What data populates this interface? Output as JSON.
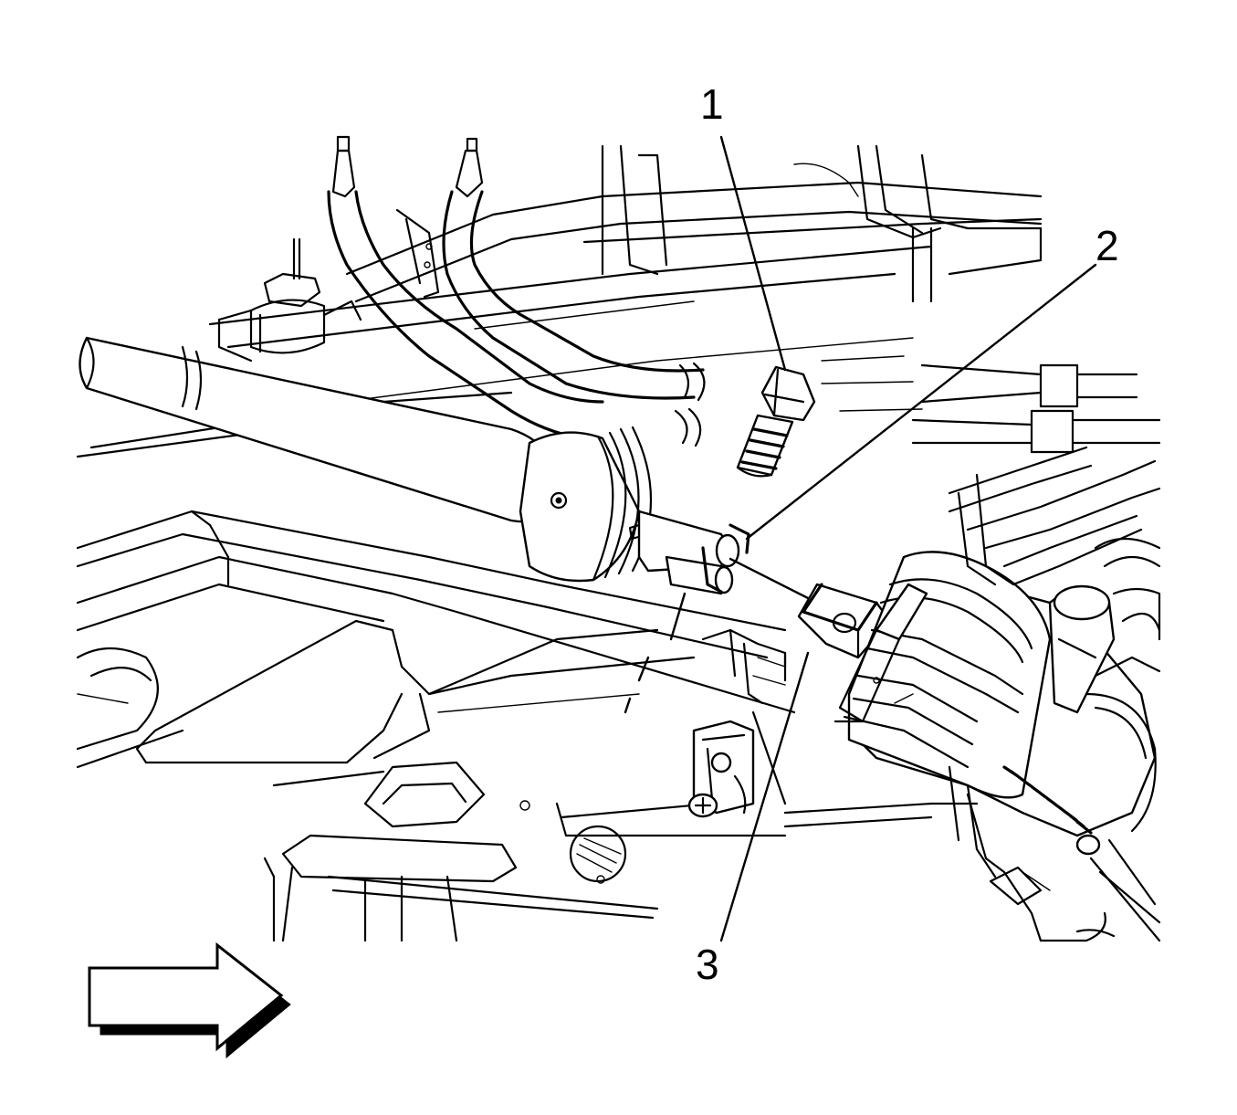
{
  "callouts": [
    {
      "id": "1",
      "label": "1"
    },
    {
      "id": "2",
      "label": "2"
    },
    {
      "id": "3",
      "label": "3"
    }
  ],
  "icons": {
    "view_direction": "arrow-right-icon"
  },
  "colors": {
    "line": "#000000",
    "background": "#ffffff"
  }
}
